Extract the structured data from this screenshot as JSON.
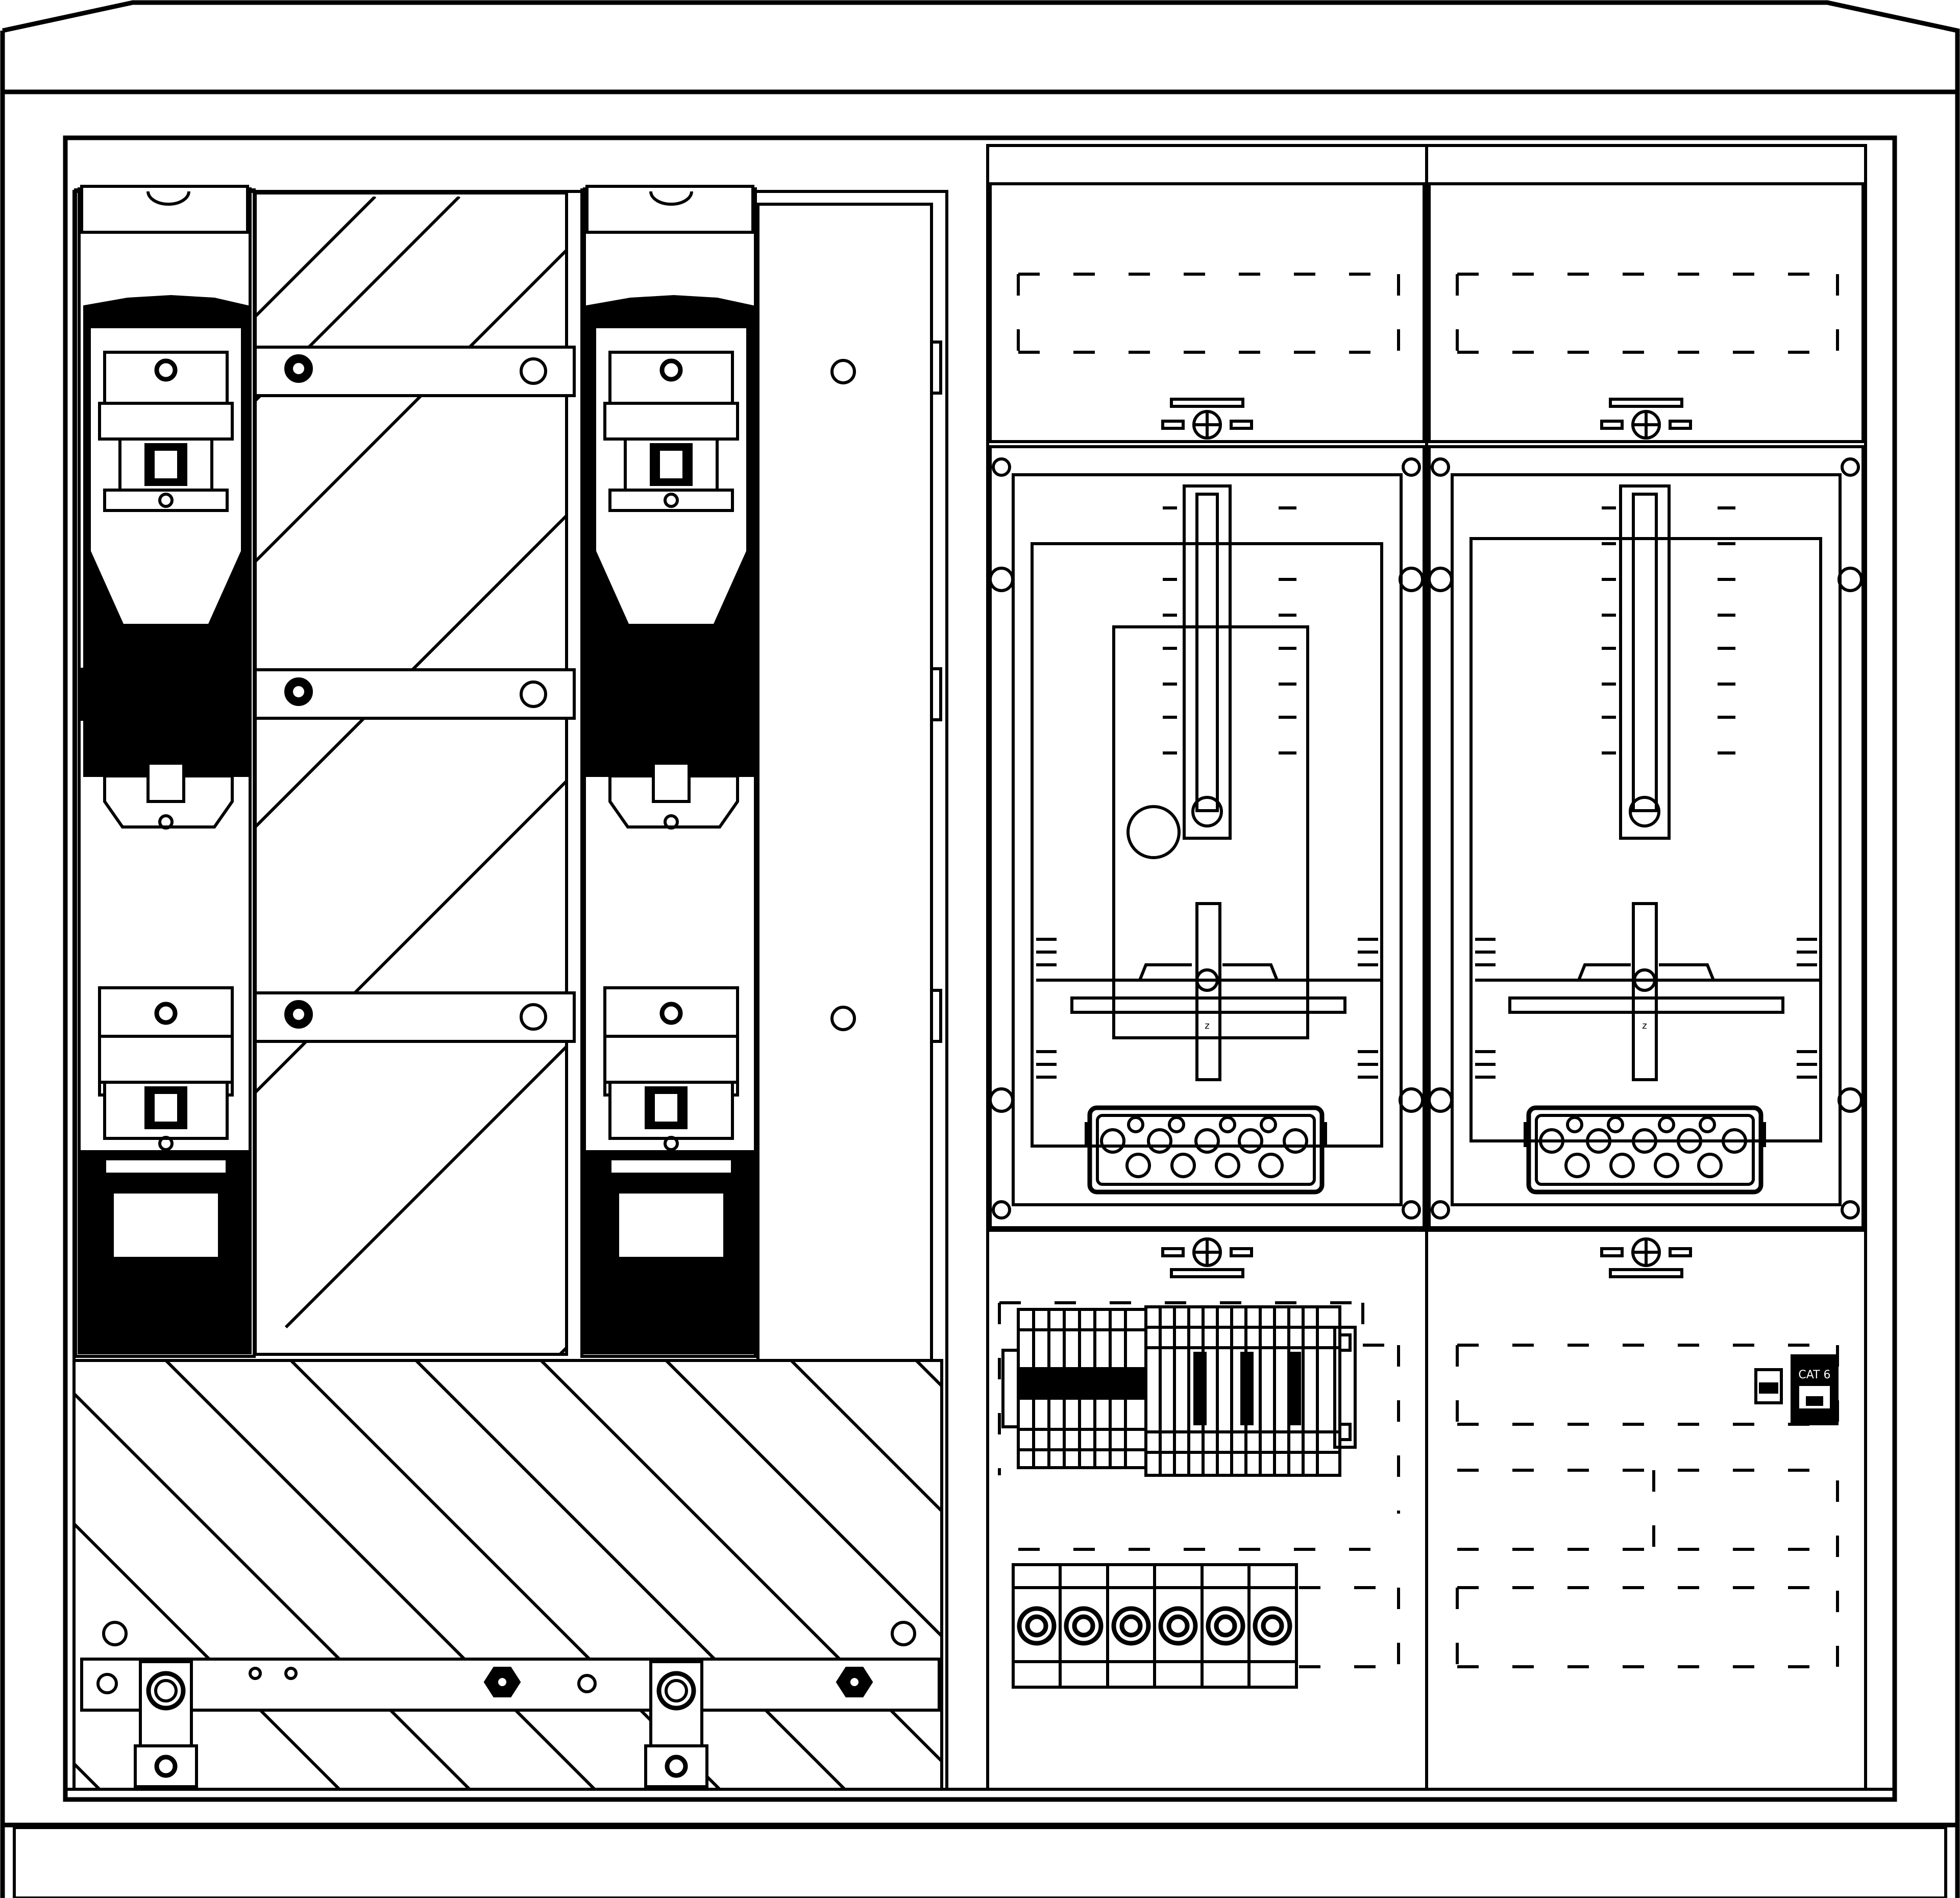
{
  "diagram": {
    "kind": "technical line drawing of an electrical distribution cabinet",
    "colors": {
      "line": "#000000",
      "background": "#ffffff"
    },
    "labels": {
      "network_socket": "CAT 6",
      "meter_marker_left": "z",
      "meter_marker_right": "z"
    },
    "compartments": {
      "fuse_switch_units": 2,
      "busbar_rows": 3,
      "meter_bays": 2,
      "terminal_block_units": 6
    }
  }
}
